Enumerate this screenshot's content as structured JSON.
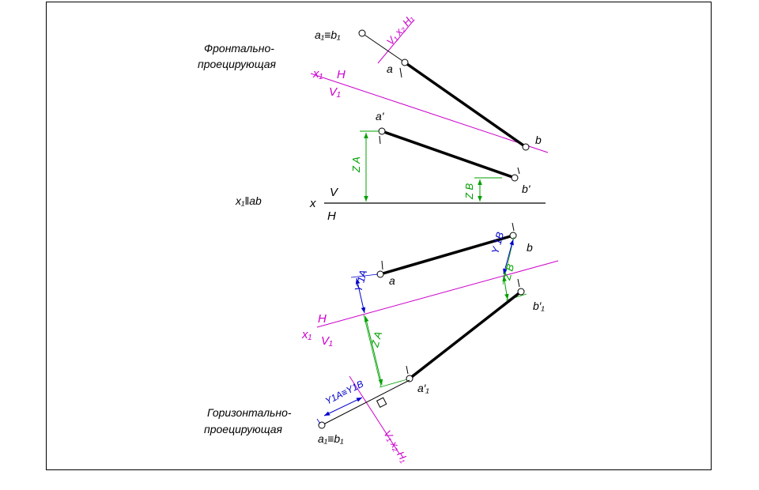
{
  "captions": {
    "frontal_line1": "Фронтально-",
    "frontal_line2": "проецирующая",
    "horizontal_line1": "Горизонтально-",
    "horizontal_line2": "проецирующая",
    "x1_parallel_ab": "x₁‖ab"
  },
  "axes": {
    "main": {
      "x": "x",
      "upper": "V",
      "lower": "H"
    },
    "top_new": {
      "x": "x₁",
      "upper": "H",
      "lower": "V₁"
    },
    "bottom_new": {
      "x": "x₁",
      "upper": "H",
      "lower": "V₁"
    },
    "top_second": "V₁ x₂ H₁",
    "bottom_second": "V₁ x₂ H₁"
  },
  "points": {
    "top_view": {
      "a1b1": "a₁≡b₁",
      "a": "a",
      "b": "b"
    },
    "front_view": {
      "a": "a'",
      "b": "b'"
    },
    "horizontal_view": {
      "a": "a",
      "b": "b"
    },
    "aux_view": {
      "a": "a′₁",
      "b": "b′₁"
    },
    "bottom_view": {
      "a1b1": "a₁≡b₁"
    }
  },
  "dimensions": {
    "za_front": "Z A",
    "zb_front": "Z B",
    "y1b": "Y 1B",
    "zb_aux": "Z B",
    "y1a": "Y 1A",
    "za_aux": "Z A",
    "y1a_y1b": "Y1A≡Y1B"
  },
  "colors": {
    "axis": "#cc00cc",
    "z_dimension": "#00a000",
    "y_dimension": "#0000cc",
    "line": "#000000"
  }
}
